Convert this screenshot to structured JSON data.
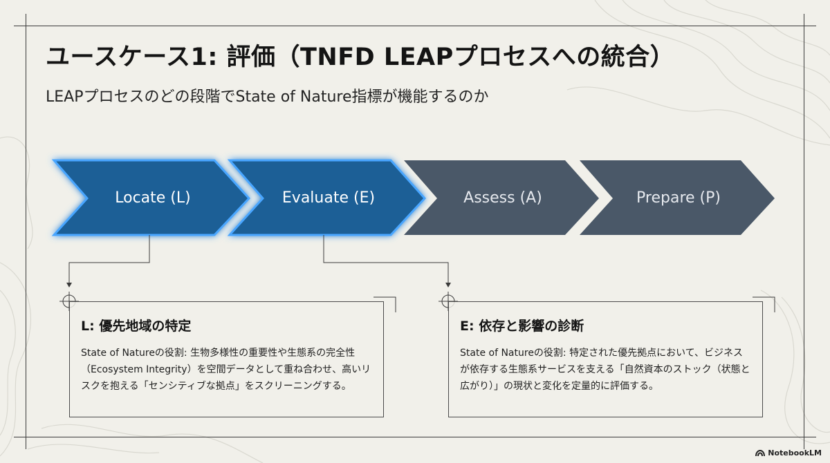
{
  "header": {
    "title": "ユースケース1: 評価（TNFD LEAPプロセスへの統合）",
    "subtitle": "LEAPプロセスのどの段階でState of Nature指標が機能するのか"
  },
  "process": {
    "steps": [
      {
        "label": "Locate (L)",
        "active": true
      },
      {
        "label": "Evaluate (E)",
        "active": true
      },
      {
        "label": "Assess (A)",
        "active": false
      },
      {
        "label": "Prepare (P)",
        "active": false
      }
    ],
    "colors": {
      "active": "#1a5e96",
      "active_glow": "#4aa6ff",
      "inactive": "#4a5868"
    }
  },
  "cards": {
    "locate": {
      "title": "L: 優先地域の特定",
      "body": "State of Natureの役割: 生物多様性の重要性や生態系の完全性（Ecosystem Integrity）を空間データとして重ね合わせ、高いリスクを抱える「センシティブな拠点」をスクリーニングする。"
    },
    "evaluate": {
      "title": "E: 依存と影響の診断",
      "body": "State of Natureの役割: 特定された優先拠点において、ビジネスが依存する生態系サービスを支える「自然資本のストック（状態と広がり）」の現状と変化を定量的に評価する。"
    }
  },
  "branding": {
    "logo_text": "NotebookLM",
    "logo_icon": "notebooklm-logo-icon"
  }
}
